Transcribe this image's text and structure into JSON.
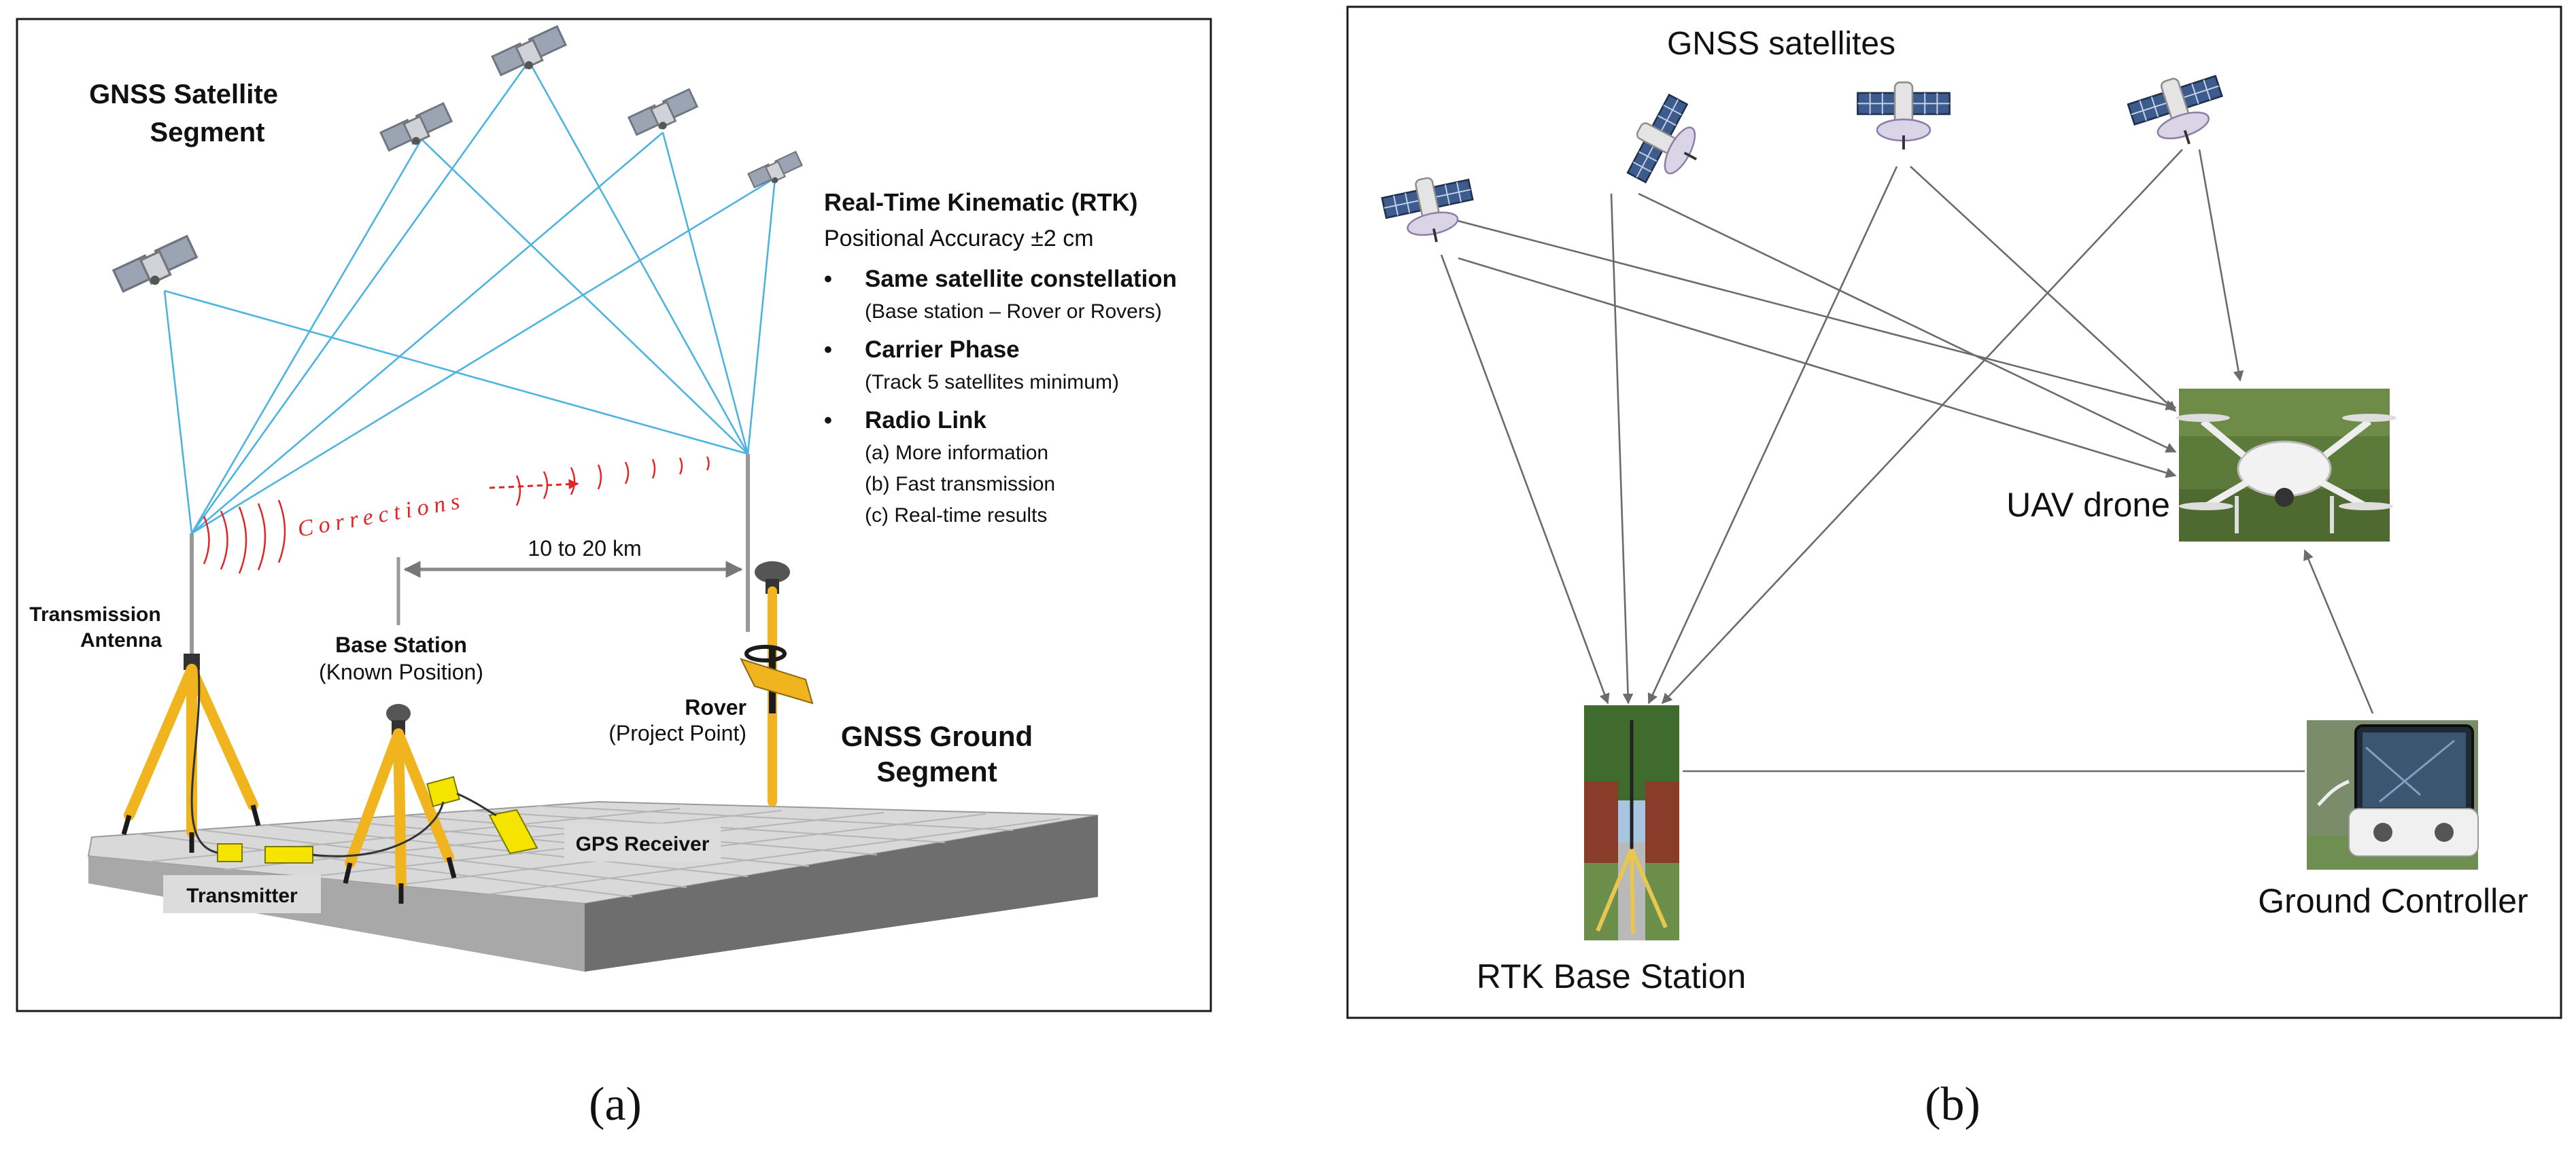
{
  "panel_a": {
    "satellite_segment_line1": "GNSS Satellite",
    "satellite_segment_line2": "Segment",
    "rtk_title": "Real-Time Kinematic (RTK)",
    "positional_accuracy": "Positional Accuracy ±2 cm",
    "bullet_marker": "•",
    "bullets": [
      {
        "heading": "Same satellite constellation",
        "details": [
          "(Base station – Rover or Rovers)"
        ]
      },
      {
        "heading": "Carrier Phase",
        "details": [
          "(Track 5 satellites minimum)"
        ]
      },
      {
        "heading": "Radio Link",
        "details": [
          "(a) More information",
          "(b) Fast transmission",
          "(c) Real-time results"
        ]
      }
    ],
    "corrections_label": "Corrections",
    "distance_label": "10 to 20 km",
    "transmission_antenna_line1": "Transmission",
    "transmission_antenna_line2": "Antenna",
    "base_station": "Base Station",
    "base_station_sub": "(Known Position)",
    "rover": "Rover",
    "rover_sub": "(Project Point)",
    "ground_segment_line1": "GNSS Ground",
    "ground_segment_line2": "Segment",
    "gps_receiver": "GPS Receiver",
    "transmitter": "Transmitter",
    "caption": "(a)"
  },
  "panel_b": {
    "satellites_title": "GNSS satellites",
    "uav_drone": "UAV drone",
    "rtk_base_station": "RTK Base Station",
    "ground_controller": "Ground Controller",
    "caption": "(b)"
  },
  "colors": {
    "beam": "#4db3e0",
    "corrections": "#e0262b",
    "tripod_leg": "#f0b51e",
    "receiver": "#f5e400",
    "arrow_gray": "#6b6b6b"
  },
  "icons": [
    "satellite-icon",
    "tripod-icon",
    "drone-photo",
    "controller-photo",
    "base-station-photo"
  ]
}
